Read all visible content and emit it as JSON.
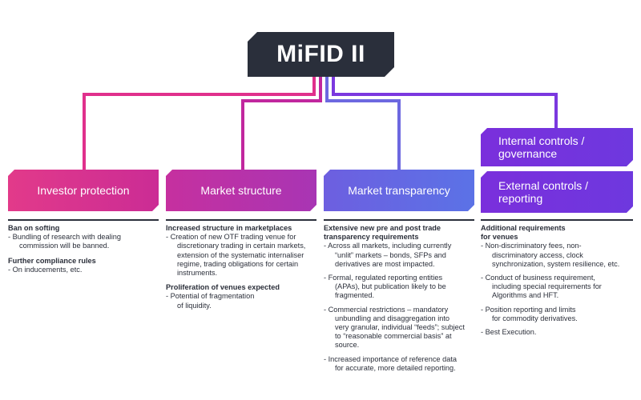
{
  "title": "MiFID II",
  "colors": {
    "dark": "#2a2f3b",
    "pink": "#e0308c",
    "magenta": "#c1279e",
    "blue": "#6d68e0",
    "purple": "#7b38df"
  },
  "boxes": {
    "investor": "Investor protection",
    "market_structure": "Market structure",
    "transparency": "Market transparency",
    "internal_line1": "Internal controls /",
    "internal_line2": "governance",
    "external_line1": "External controls /",
    "external_line2": "reporting"
  },
  "col1": {
    "h1": "Ban on softing",
    "i1_l1": "- Bundling of research with dealing",
    "i1_l2": "commission will be banned.",
    "h2": "Further compliance rules",
    "i2_l1": "- On inducements, etc."
  },
  "col2": {
    "h1": "Increased structure in marketplaces",
    "i1_l1": "- Creation of new OTF trading venue for",
    "i1_l2": "discretionary trading in certain markets,",
    "i1_l3": "extension of the systematic internaliser",
    "i1_l4": "regime, trading obligations for certain",
    "i1_l5": "instruments.",
    "h2": "Proliferation of venues expected",
    "i2_l1": "- Potential of fragmentation",
    "i2_l2": "of liquidity."
  },
  "col3": {
    "h1_l1": "Extensive new pre and post trade",
    "h1_l2": "transparency requirements",
    "i1_l1": "- Across all markets, including currently",
    "i1_l2": "“unlit” markets – bonds, SFPs and",
    "i1_l3": "derivatives are most impacted.",
    "i2_l1": "- Formal, regulated reporting entities",
    "i2_l2": "(APAs), but publication likely to be",
    "i2_l3": "fragmented.",
    "i3_l1": "- Commercial restrictions – mandatory",
    "i3_l2": "unbundling and disaggregation into",
    "i3_l3": "very granular, individual “feeds”; subject",
    "i3_l4": "to “reasonable commercial basis” at",
    "i3_l5": "source.",
    "i4_l1": "- Increased importance of reference data",
    "i4_l2": "for accurate, more detailed reporting."
  },
  "col4": {
    "h1_l1": "Additional requirements",
    "h1_l2": "for venues",
    "i1_l1": "- Non-discriminatory fees, non-",
    "i1_l2": "discriminatory access, clock",
    "i1_l3": "synchronization, system resilience, etc.",
    "i2_l1": "- Conduct of business requirement,",
    "i2_l2": "including special requirements for",
    "i2_l3": "Algorithms and HFT.",
    "i3_l1": "- Position reporting and limits",
    "i3_l2": "for commodity derivatives.",
    "i4_l1": "- Best Execution."
  }
}
